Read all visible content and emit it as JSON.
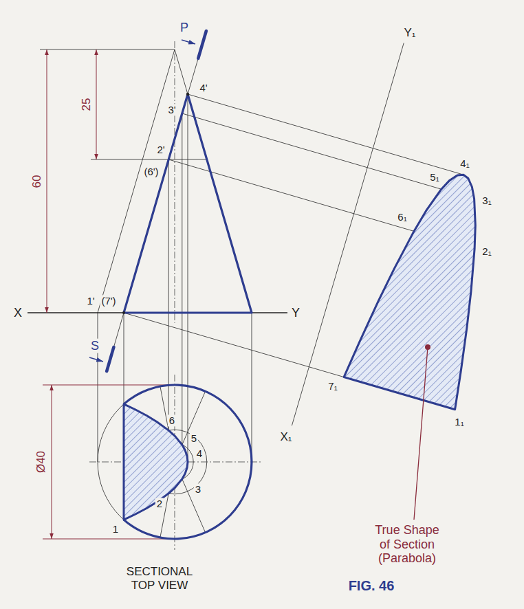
{
  "diagram": {
    "caption": "FIG. 46",
    "labels": [
      "P",
      "25",
      "60",
      "3'",
      "4'",
      "2'",
      "(6')",
      "1'",
      "(7')",
      "X",
      "Y",
      "S",
      "Ø40",
      "6",
      "5",
      "4",
      "3",
      "2",
      "1",
      "SECTIONAL TOP VIEW",
      "Y₁",
      "X₁",
      "5₁",
      "4₁",
      "3₁",
      "6₁",
      "2₁",
      "7₁",
      "1₁",
      "True Shape of Section (Parabola)"
    ]
  }
}
